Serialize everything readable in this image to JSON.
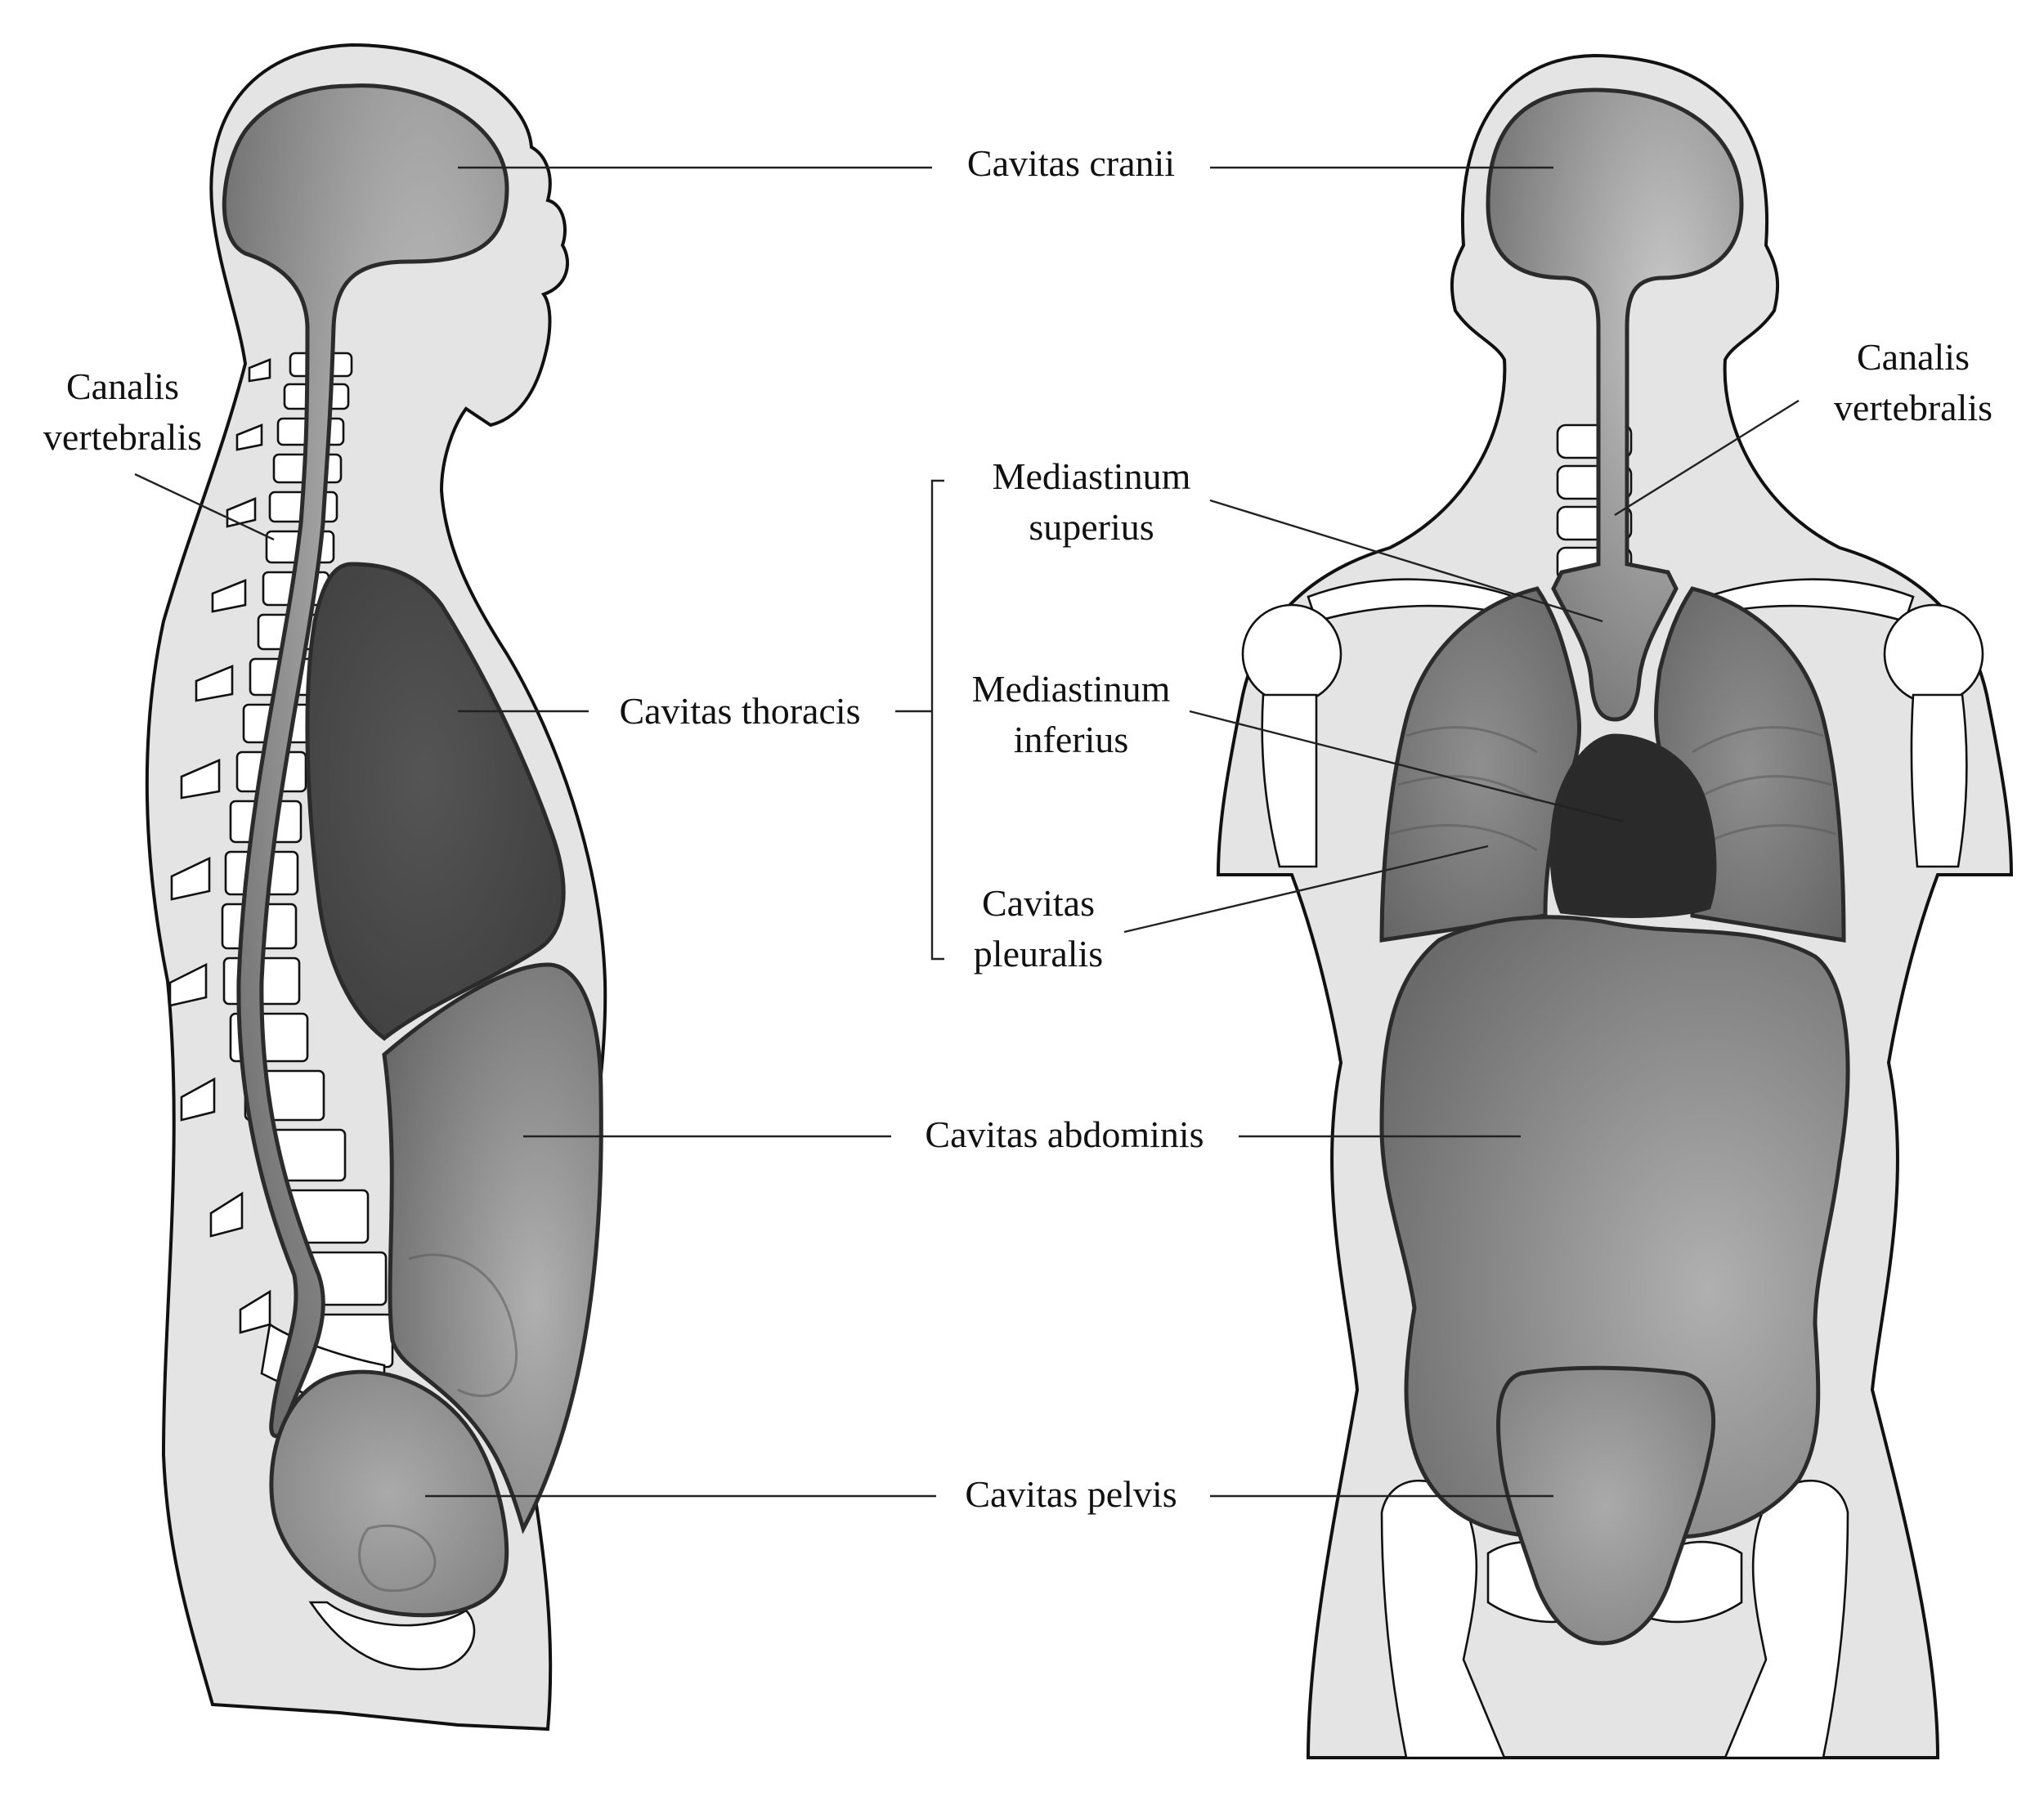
{
  "labels": {
    "cavitas_cranii": "Cavitas cranii",
    "canalis_left_1": "Canalis",
    "canalis_left_2": "vertebralis",
    "canalis_right_1": "Canalis",
    "canalis_right_2": "vertebralis",
    "mediastinum_superius_1": "Mediastinum",
    "mediastinum_superius_2": "superius",
    "cavitas_thoracis": "Cavitas thoracis",
    "mediastinum_inferius_1": "Mediastinum",
    "mediastinum_inferius_2": "inferius",
    "cavitas_pleuralis_1": "Cavitas",
    "cavitas_pleuralis_2": "pleuralis",
    "cavitas_abdominis": "Cavitas abdominis",
    "cavitas_pelvis": "Cavitas pelvis"
  },
  "colors": {
    "body_fill": "#e4e4e4",
    "cavity_dark": "#3f3f3f",
    "cavity_mid": "#7a7a7a",
    "cavity_light": "#b9b9b9",
    "heart": "#2a2a2a",
    "bone": "#ffffff"
  }
}
